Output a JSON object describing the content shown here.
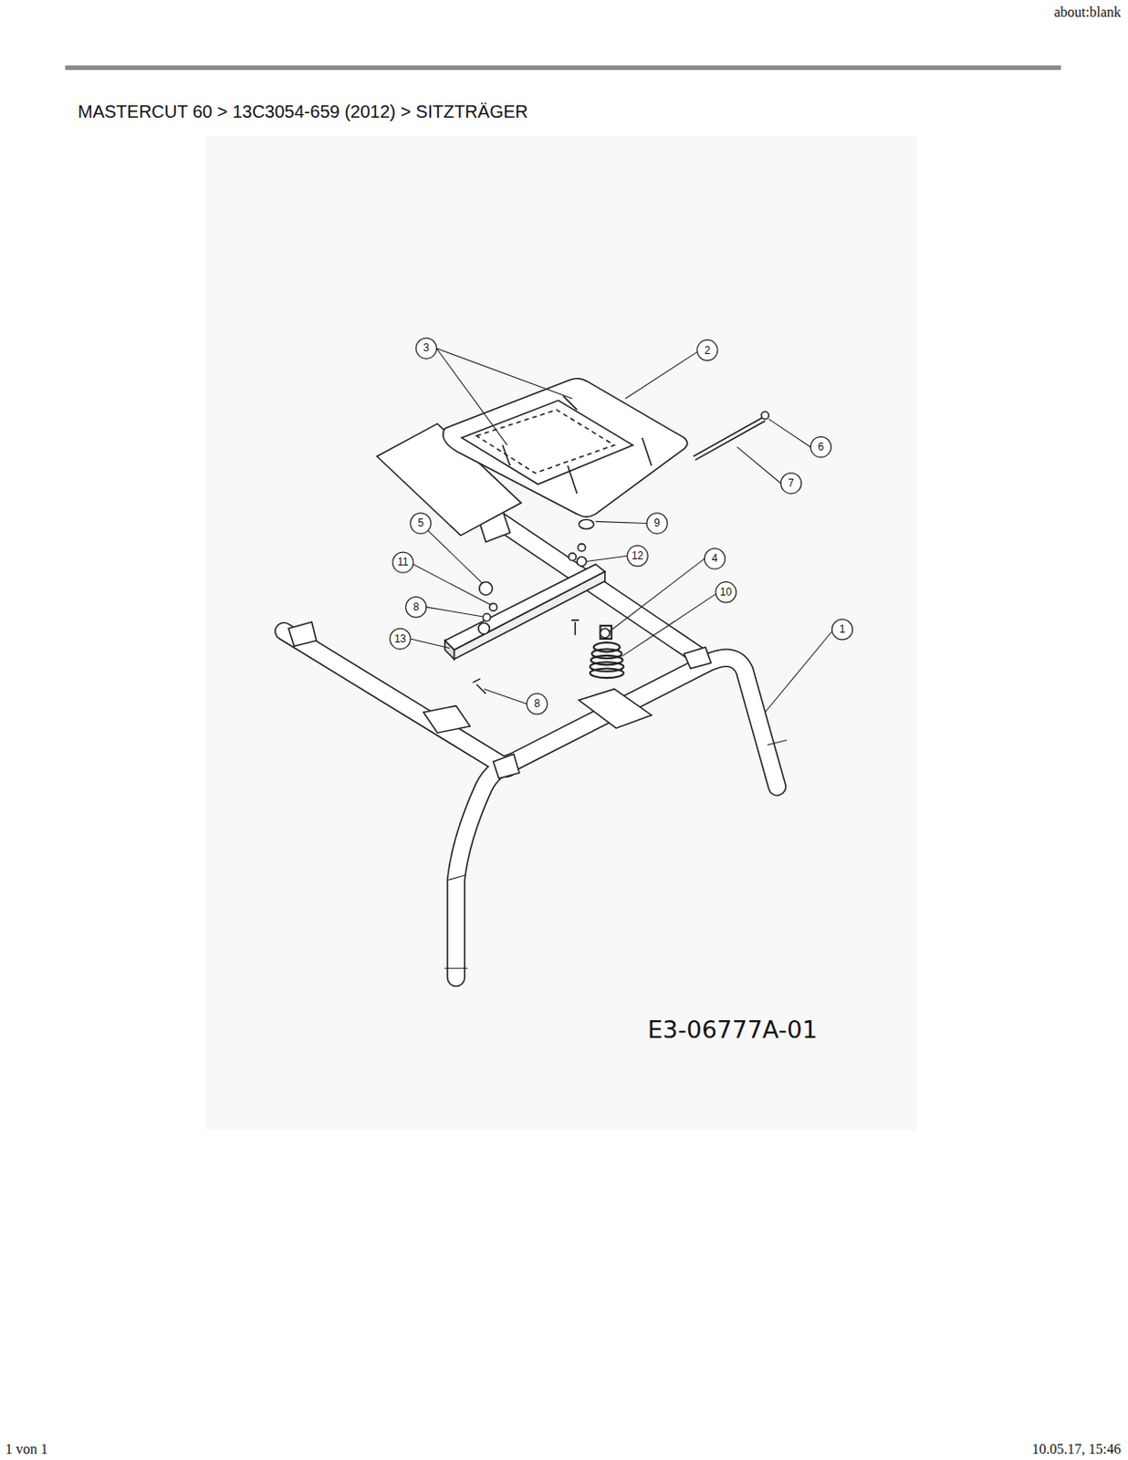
{
  "diagram": {
    "title": "MASTERCUT 60  >  13C3054-659 (2012)  >  SITZTRÄGER",
    "labels": [
      "about:blank",
      "3",
      "2",
      "6",
      "7",
      "9",
      "5",
      "12",
      "11",
      "4",
      "10",
      "8",
      "13",
      "1",
      "8",
      "E3-06777A-01",
      "1 von 1",
      "10.05.17, 15:46"
    ]
  }
}
